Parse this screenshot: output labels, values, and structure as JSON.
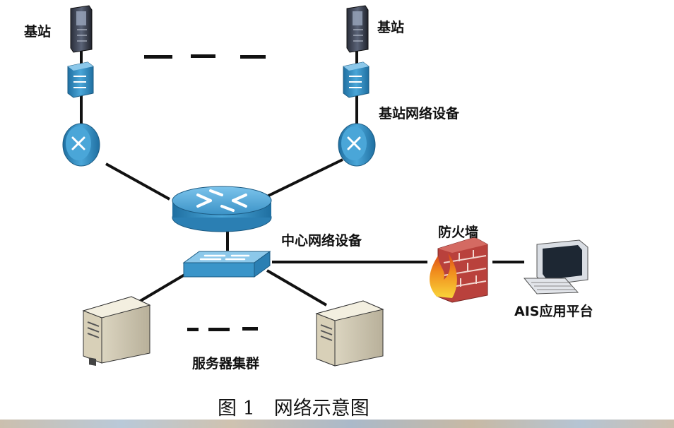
{
  "labels": {
    "base_station_left": "基站",
    "base_station_right": "基站",
    "base_station_network": "基站网络设备",
    "center_network": "中心网络设备",
    "firewall": "防火墙",
    "ais_platform": "AIS应用平台",
    "server_cluster": "服务器集群"
  },
  "caption": "图 1　网络示意图",
  "icons": {
    "base_station": "tower-server-icon",
    "switch_small": "switch-icon",
    "router": "router-icon",
    "core_router": "core-router-icon",
    "core_switch": "workgroup-switch-icon",
    "firewall": "firewall-icon",
    "workstation": "computer-icon",
    "server": "server-icon"
  },
  "colors": {
    "device_blue": "#3a95c9",
    "device_light": "#8cc8ea",
    "firewall_brick": "#b9413c",
    "flame": "#f39a2b",
    "line": "#111111"
  }
}
